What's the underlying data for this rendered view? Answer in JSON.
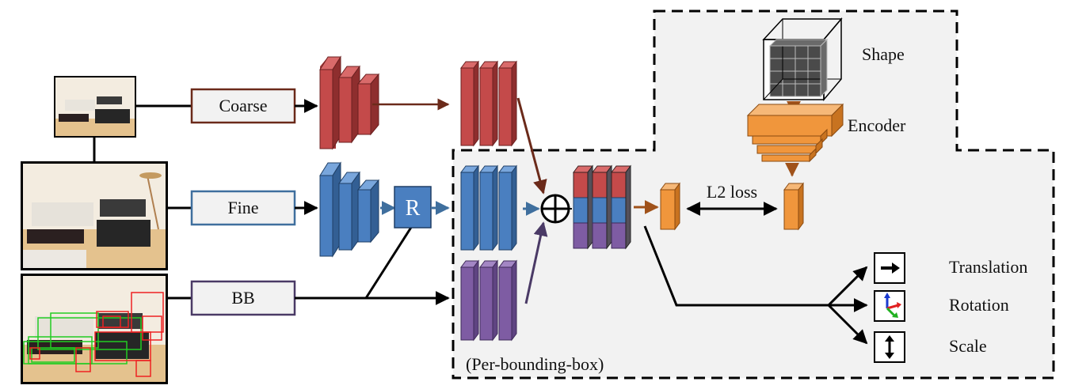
{
  "labels": {
    "coarse": "Coarse",
    "fine": "Fine",
    "bb": "BB",
    "r": "R",
    "shape": "Shape",
    "encoder": "Encoder",
    "l2_loss": "L2 loss",
    "translation": "Translation",
    "rotation": "Rotation",
    "scale": "Scale",
    "per_bbox": "(Per-bounding-box)"
  },
  "colors": {
    "red": "#c44a4a",
    "blue": "#4a7fc0",
    "purple": "#7e5ca3",
    "orange": "#f0963c",
    "arrow_brown": "#6b2a1a",
    "arrow_blue": "#3f6f9e",
    "arrow_purple": "#4a3a66",
    "panel_bg": "#f2f2f2"
  },
  "icons": [
    "room-scene-thumbnail",
    "voxel-grid-icon",
    "sum-operator-icon",
    "translation-arrow-icon",
    "rotation-axes-icon",
    "scale-arrow-icon"
  ]
}
